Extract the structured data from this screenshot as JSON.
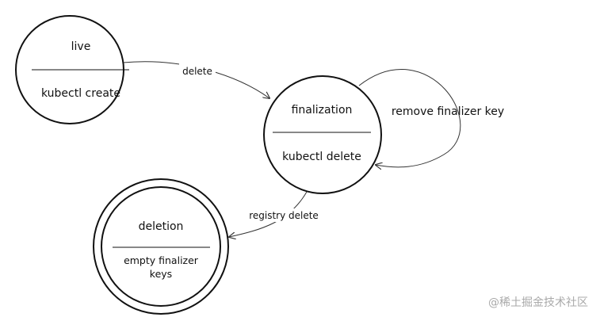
{
  "states": {
    "live": {
      "title": "live",
      "action": "kubectl create"
    },
    "finalization": {
      "title": "finalization",
      "action": "kubectl delete"
    },
    "deletion": {
      "title": "deletion",
      "action_line1": "empty finalizer",
      "action_line2": "keys"
    }
  },
  "transitions": {
    "delete": "delete",
    "remove_finalizer_key": "remove finalizer key",
    "registry_delete": "registry delete"
  },
  "watermark": "@稀土掘金技术社区",
  "colors": {
    "stroke": "#111111",
    "background": "#ffffff",
    "watermark": "#a9a9a9"
  }
}
